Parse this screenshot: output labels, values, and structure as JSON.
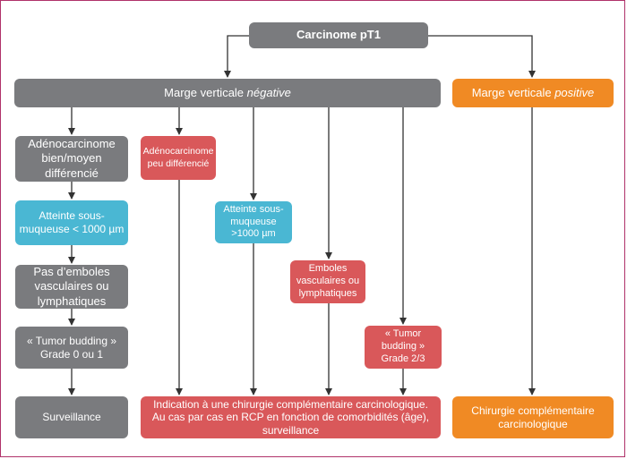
{
  "nodes": {
    "root": "Carcinome pT1",
    "margin_neg_prefix": "Marge verticale ",
    "margin_neg_emph": "négative",
    "margin_pos_prefix": "Marge verticale ",
    "margin_pos_emph": "positive",
    "adeno_well": "Adénocarcinome\nbien/moyen\ndifférencié",
    "adeno_poor": "Adénocarcinome\npeu différencié",
    "submucosa_lt": "Atteinte sous-\nmuqueuse < 1000 µm",
    "submucosa_gt": "Atteinte sous-\nmuqueuse\n>1000 µm",
    "no_emboli": "Pas d’emboles\nvasculaires ou\nlymphatiques",
    "emboli": "Emboles\nvasculaires ou\nlymphatiques",
    "budding_low": "« Tumor budding »\nGrade 0 ou 1",
    "budding_high": "« Tumor\nbudding »\nGrade 2/3",
    "surveillance": "Surveillance",
    "indication": "Indication à une chirurgie complémentaire carcinologique.\nAu cas par cas en RCP en fonction de comorbidités (âge),\nsurveillance",
    "surgery": "Chirurgie complémentaire\ncarcinologique"
  },
  "colors": {
    "gray": "#7a7b7e",
    "blue": "#4ab7d3",
    "red": "#d9585a",
    "orange": "#f08a24",
    "arrow": "#333333",
    "frame": "#b0326a"
  }
}
